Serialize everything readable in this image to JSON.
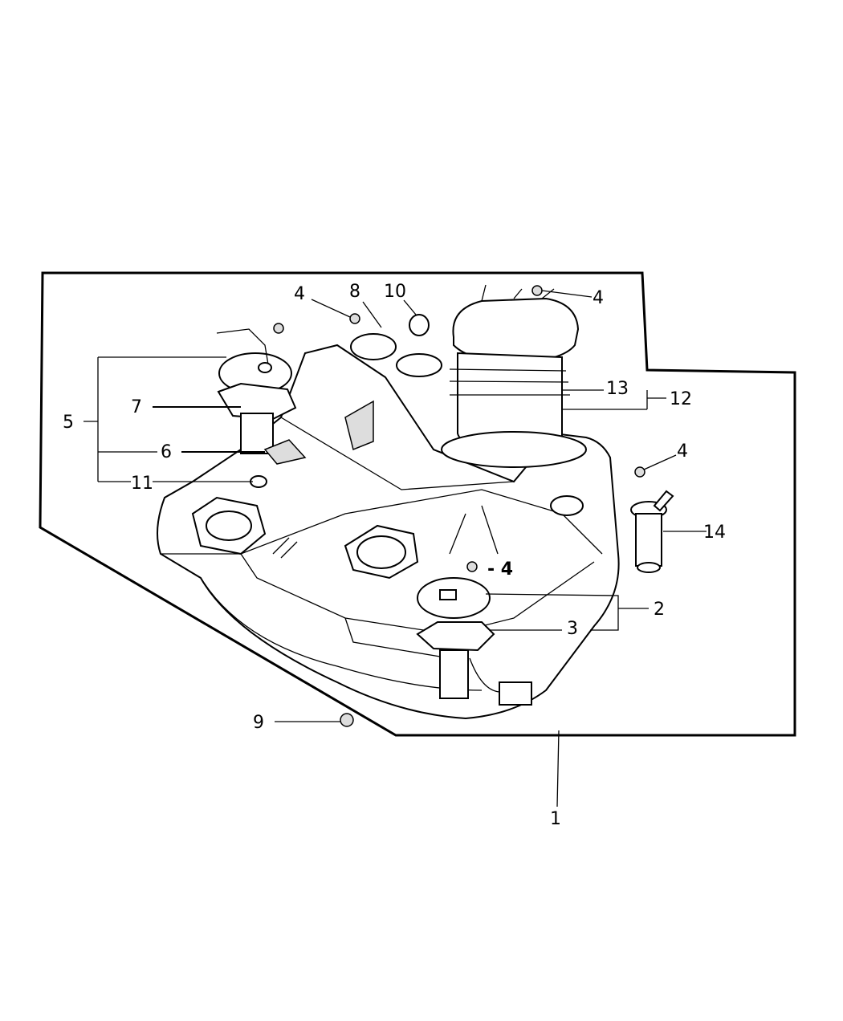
{
  "diagram": {
    "title": "Fuel Tank Assembly",
    "callouts": [
      {
        "id": "c1",
        "text": "1"
      },
      {
        "id": "c2",
        "text": "2"
      },
      {
        "id": "c3",
        "text": "3"
      },
      {
        "id": "c4a",
        "text": "4"
      },
      {
        "id": "c4b",
        "text": "4"
      },
      {
        "id": "c4c",
        "text": "4"
      },
      {
        "id": "c4d",
        "text": "- 4"
      },
      {
        "id": "c5",
        "text": "5"
      },
      {
        "id": "c6",
        "text": "6"
      },
      {
        "id": "c7",
        "text": "7"
      },
      {
        "id": "c8",
        "text": "8"
      },
      {
        "id": "c9",
        "text": "9"
      },
      {
        "id": "c10",
        "text": "10"
      },
      {
        "id": "c11",
        "text": "11"
      },
      {
        "id": "c12",
        "text": "12"
      },
      {
        "id": "c13",
        "text": "13"
      },
      {
        "id": "c14",
        "text": "14"
      }
    ]
  }
}
